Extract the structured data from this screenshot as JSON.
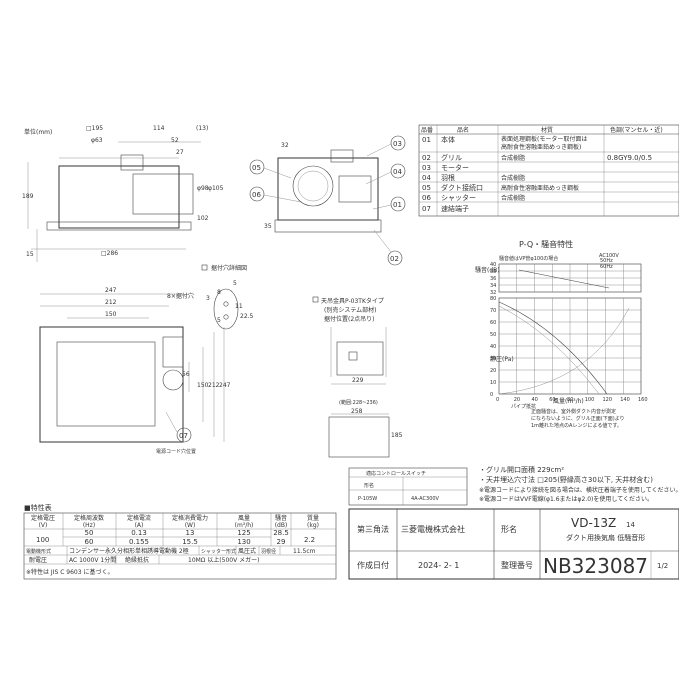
{
  "unit_label": "単位(mm)",
  "front_view": {
    "dims": [
      "□195",
      "114",
      "(13)",
      "φ63",
      "52",
      "27",
      "189",
      "φ98",
      "φ105",
      "102",
      "15",
      "□286"
    ]
  },
  "side_view": {
    "dims": [
      "32",
      "35"
    ],
    "callouts": [
      "03",
      "04",
      "05",
      "06",
      "01",
      "02"
    ]
  },
  "parts_table": {
    "headers": [
      "品番",
      "品名",
      "材質",
      "色調(マンセル・近)"
    ],
    "rows": [
      {
        "no": "01",
        "name": "本体",
        "material_lines": [
          "表面処理鋼板(モーター取付面は",
          "高耐食性溶融亜鉛めっき鋼板)"
        ],
        "color": ""
      },
      {
        "no": "02",
        "name": "グリル",
        "material_lines": [
          "合成樹脂"
        ],
        "color": "0.8GY9.0/0.5"
      },
      {
        "no": "03",
        "name": "モーター",
        "material_lines": [
          ""
        ],
        "color": ""
      },
      {
        "no": "04",
        "name": "羽根",
        "material_lines": [
          "合成樹脂"
        ],
        "color": ""
      },
      {
        "no": "05",
        "name": "ダクト接続口",
        "material_lines": [
          "高耐食性溶融亜鉛めっき鋼板"
        ],
        "color": ""
      },
      {
        "no": "06",
        "name": "シャッター",
        "material_lines": [
          "合成樹脂"
        ],
        "color": ""
      },
      {
        "no": "07",
        "name": "速結端子",
        "material_lines": [
          ""
        ],
        "color": ""
      }
    ]
  },
  "hole_detail": {
    "title": "据付穴詳細図",
    "dims": [
      "5",
      "3",
      "8",
      "22.5",
      "11",
      "5",
      "8×据付穴"
    ]
  },
  "bottom_view": {
    "dims": [
      "247",
      "212",
      "150",
      "56",
      "150",
      "212",
      "247"
    ],
    "callout": "07",
    "cord_label": "電源コード穴位置"
  },
  "hanger": {
    "title_lines": [
      "天吊金具P-03TKタイプ",
      "(別売システム部材)",
      "据付位置(2点吊り)"
    ],
    "dims": [
      "229",
      "(範囲:228~236)",
      "258",
      "185"
    ]
  },
  "pq_chart": {
    "title": "P-Q・騒音特性",
    "noise_axis_label": "騒音(dB)",
    "noise_note": "騒音値はVP管φ100の場合",
    "power_label": "AC100V",
    "noise_ticks": [
      "32",
      "34",
      "36",
      "38",
      "40"
    ],
    "legend": [
      "50Hz",
      "60Hz"
    ],
    "static_axis_label": "静圧(Pa)",
    "static_ticks": [
      "0",
      "10",
      "20",
      "30",
      "40",
      "50",
      "60",
      "70",
      "80"
    ],
    "x_ticks": [
      "0",
      "20",
      "40",
      "60",
      "80",
      "100",
      "120",
      "140",
      "160"
    ],
    "x_label": "風量(m³/h)",
    "pipe_label": "パイプ抵抗",
    "notes": [
      "正面騒音は、室外側ダクト内音が測定",
      "にならないように、グリル正面(下面)より",
      "1m離れた地点のAレンジによる値です。"
    ]
  },
  "switch_table": {
    "title": "適応コントロールスイッチ",
    "headers": [
      "形名",
      ""
    ],
    "rows": [
      [
        "P-105W",
        "4A-AC300V"
      ]
    ]
  },
  "notes": [
    "・グリル開口面積 229cm²",
    "・天井埋込穴寸法 □205(野縁高さ30以下, 天井材含む)",
    "※電源コードにより接続を図る場合は、横状圧着端子を使用してください。",
    "※電源コードはVVF電線(φ1.6またはφ2.0)を使用してください。"
  ],
  "specs": {
    "title": "■特性表",
    "headers": [
      "定格電圧\n(V)",
      "定格周波数\n(Hz)",
      "定格電流\n(A)",
      "定格消費電力\n(W)",
      "風量\n(m³/h)",
      "騒音\n(dB)",
      "質量\n(kg)"
    ],
    "voltage": "100",
    "rows": [
      [
        "50",
        "0.13",
        "13",
        "125",
        "28.5"
      ],
      [
        "60",
        "0.155",
        "15.5",
        "130",
        "29"
      ]
    ],
    "mass": "2.2",
    "motor_label": "電動機形式",
    "motor_value": "コンデンサー永久分相形単相誘導電動機 2極",
    "shutter_label": "シャッター形式",
    "shutter_value": "風圧式",
    "blade_label": "羽根径",
    "blade_value": "11.5cm",
    "withstand_label": "耐電圧",
    "withstand_value": "AC 1000V 1分間",
    "insulation_label": "絶縁抵抗",
    "insulation_value": "10MΩ 以上(500V メガー)",
    "footnote": "※特性は JIS C 9603 に基づく。"
  },
  "title_block": {
    "angle_label": "第三角法",
    "company": "三菱電機株式会社",
    "model_label": "形名",
    "model_main": "VD-13Z",
    "model_sub": "14",
    "description": "ダクト用換気扇 低騒音形",
    "date_label": "作成日付",
    "date": "2024- 2- 1",
    "doc_label": "整理番号",
    "doc_no": "NB323087",
    "page": "1/2"
  }
}
